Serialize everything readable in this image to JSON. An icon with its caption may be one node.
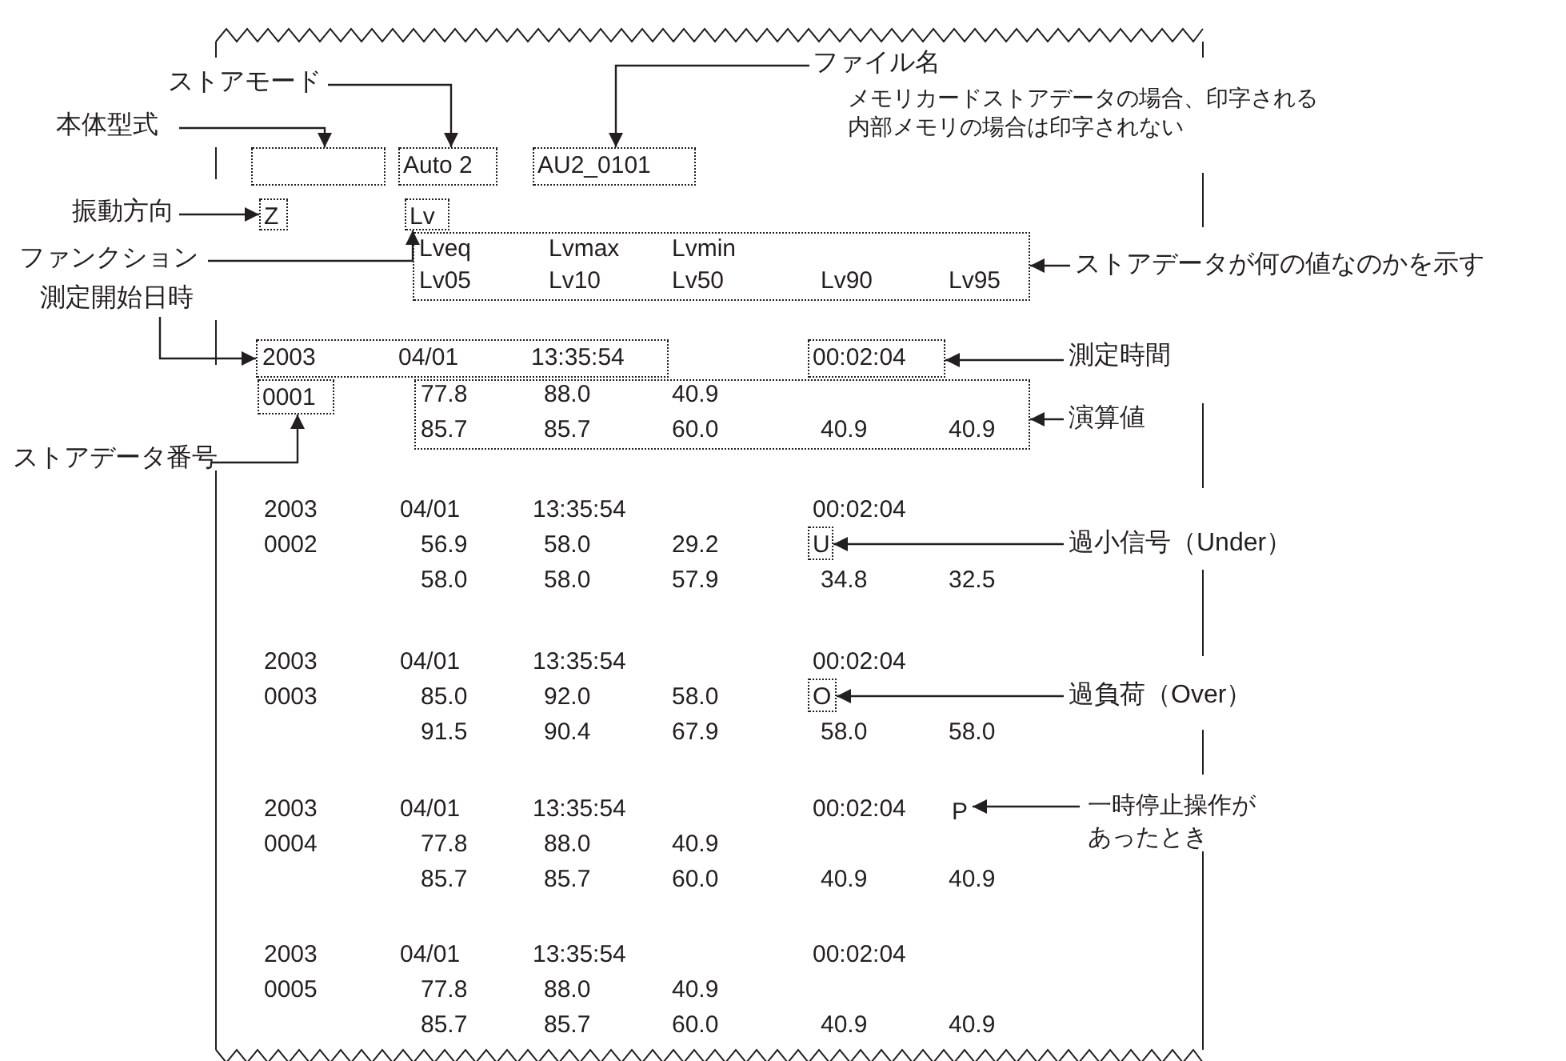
{
  "diagram": {
    "nodes": [
      {
        "text": [
          "本体型式"
        ]
      },
      {
        "text": [],
        "shape": "box"
      },
      {
        "text": [
          "ストアモード"
        ]
      },
      {
        "text": [
          "Auto 2"
        ]
      },
      {
        "text": [
          "ファイル名",
          "メモリカードストアデータの場合、印字される",
          "内部メモリの場合は印字されない"
        ]
      },
      {
        "text": [
          "AU2_0101"
        ]
      },
      {
        "text": [
          "振動方向"
        ]
      },
      {
        "text": [
          "Z"
        ]
      },
      {
        "text": [
          "Lv"
        ]
      },
      {
        "text": [
          "ファンクション"
        ]
      },
      {
        "text": [
          "Lveq",
          "Lvmax",
          "Lvmin",
          "Lv05",
          "Lv10",
          "Lv50",
          "Lv90",
          "Lv95"
        ]
      },
      {
        "text": [
          "ストアデータが何の値なのかを示す"
        ]
      },
      {
        "text": [
          "測定開始日時"
        ]
      },
      {
        "text": [
          "2003",
          "04/01",
          "13:35:54"
        ]
      },
      {
        "text": [
          "00:02:04"
        ]
      },
      {
        "text": [
          "測定時間"
        ]
      },
      {
        "text": [
          "0001"
        ]
      },
      {
        "text": [
          "ストアデータ番号"
        ]
      },
      {
        "text": [
          "77.8",
          "88.0",
          "40.9",
          "85.7",
          "85.7",
          "60.0",
          "40.9",
          "40.9"
        ]
      },
      {
        "text": [
          "演算値"
        ]
      },
      {
        "text": [
          "U"
        ]
      },
      {
        "text": [
          "過小信号（Under）"
        ]
      },
      {
        "text": [
          "O"
        ]
      },
      {
        "text": [
          "過負荷（Over）"
        ]
      },
      {
        "text": [
          "P"
        ]
      },
      {
        "text": [
          "一時停止操作があったとき"
        ]
      }
    ],
    "edges": [
      {
        "from": 0,
        "to": 1,
        "arrow": "to"
      },
      {
        "from": 2,
        "to": 3,
        "arrow": "to"
      },
      {
        "from": 4,
        "to": 5,
        "arrow": "to"
      },
      {
        "from": 6,
        "to": 7,
        "arrow": "to"
      },
      {
        "from": 9,
        "to": 8,
        "arrow": "to"
      },
      {
        "from": 11,
        "to": 10,
        "arrow": "to"
      },
      {
        "from": 12,
        "to": 13,
        "arrow": "to"
      },
      {
        "from": 15,
        "to": 14,
        "arrow": "to"
      },
      {
        "from": 17,
        "to": 16,
        "arrow": "to"
      },
      {
        "from": 19,
        "to": 18,
        "arrow": "to"
      },
      {
        "from": 21,
        "to": 20,
        "arrow": "to"
      },
      {
        "from": 23,
        "to": 22,
        "arrow": "to"
      },
      {
        "from": 25,
        "to": 24,
        "arrow": "to"
      }
    ],
    "labels": [
      "2003",
      "04/01",
      "13:35:54",
      "00:02:04",
      "0002",
      "56.9",
      "58.0",
      "29.2",
      "58.0",
      "58.0",
      "57.9",
      "34.8",
      "32.5",
      "2003",
      "04/01",
      "13:35:54",
      "00:02:04",
      "0003",
      "85.0",
      "92.0",
      "58.0",
      "91.5",
      "90.4",
      "67.9",
      "58.0",
      "58.0",
      "2003",
      "04/01",
      "13:35:54",
      "00:02:04",
      "0004",
      "77.8",
      "88.0",
      "40.9",
      "85.7",
      "85.7",
      "60.0",
      "40.9",
      "40.9",
      "2003",
      "04/01",
      "13:35:54",
      "00:02:04",
      "0005",
      "77.8",
      "88.0",
      "40.9",
      "85.7",
      "85.7",
      "60.0",
      "40.9",
      "40.9"
    ]
  }
}
